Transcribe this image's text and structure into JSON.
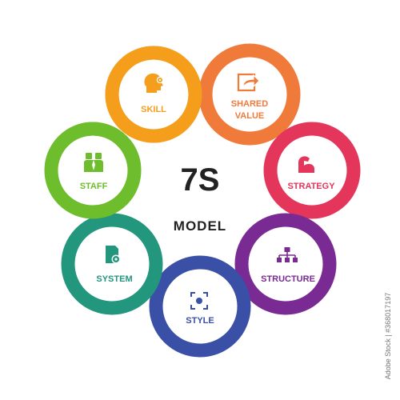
{
  "center": {
    "title": "7S",
    "subtitle": "MODEL"
  },
  "elements": [
    {
      "id": "skill",
      "lines": [
        "SKILL"
      ],
      "color": "#f59e1b",
      "icon": "head-gear-icon"
    },
    {
      "id": "shared-value",
      "lines": [
        "SHARED",
        "VALUE"
      ],
      "color": "#f07a3a",
      "icon": "share-arrow-icon"
    },
    {
      "id": "strategy",
      "lines": [
        "STRATEGY"
      ],
      "color": "#e3365a",
      "icon": "flexed-arm-icon"
    },
    {
      "id": "structure",
      "lines": [
        "STRUCTURE"
      ],
      "color": "#7a2a93",
      "icon": "org-chart-icon"
    },
    {
      "id": "style",
      "lines": [
        "STYLE"
      ],
      "color": "#3a4fa6",
      "icon": "focus-frame-icon"
    },
    {
      "id": "system",
      "lines": [
        "SYSTEM"
      ],
      "color": "#23967e",
      "icon": "document-gear-icon"
    },
    {
      "id": "staff",
      "lines": [
        "STAFF"
      ],
      "color": "#6ebd2c",
      "icon": "people-icon"
    }
  ],
  "credit": "Adobe Stock | #368017197"
}
